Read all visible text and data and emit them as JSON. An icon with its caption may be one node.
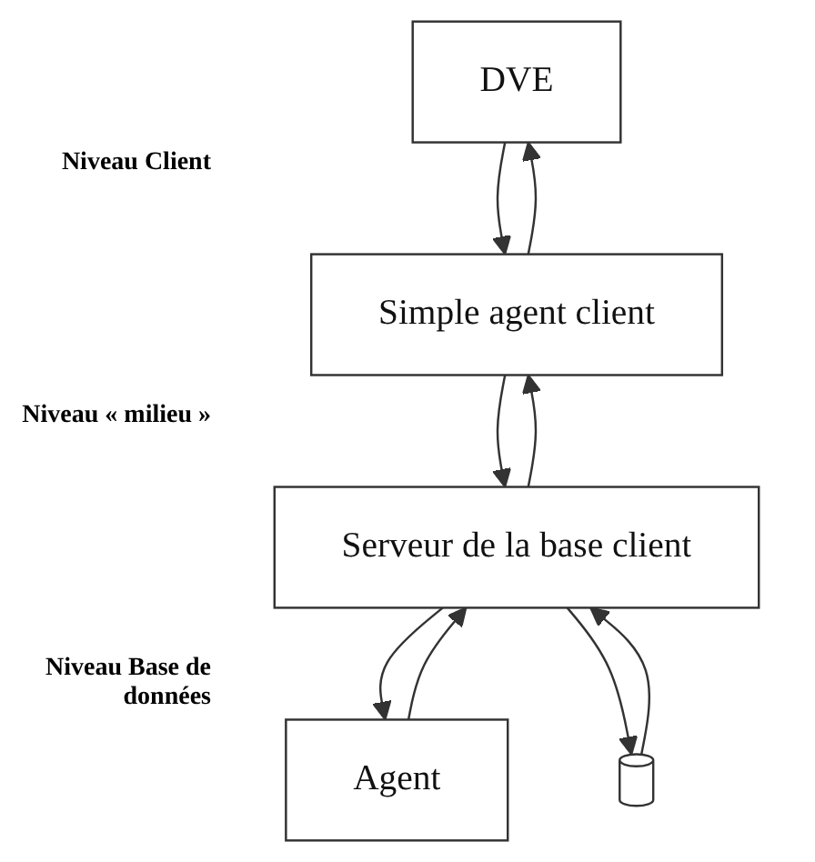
{
  "diagram": {
    "nodes": [
      {
        "text": [
          "DVE"
        ]
      },
      {
        "text": [
          "Simple agent client"
        ]
      },
      {
        "text": [
          "Serveur de la base client"
        ]
      },
      {
        "text": [
          "Agent"
        ]
      },
      {
        "text": [],
        "shape": "cylinder"
      }
    ],
    "edges": [
      {
        "from": 0,
        "to": 1,
        "arrow": "to"
      },
      {
        "from": 1,
        "to": 0,
        "arrow": "to"
      },
      {
        "from": 1,
        "to": 2,
        "arrow": "to"
      },
      {
        "from": 2,
        "to": 1,
        "arrow": "to"
      },
      {
        "from": 3,
        "to": 2,
        "arrow": "to"
      },
      {
        "from": 2,
        "to": 3,
        "arrow": "to"
      },
      {
        "from": 2,
        "to": 4,
        "arrow": "to"
      },
      {
        "from": 4,
        "to": 2,
        "arrow": "to"
      }
    ],
    "labels": [
      "Niveau Client",
      "Niveau « milieu »",
      "Niveau Base de données"
    ]
  }
}
